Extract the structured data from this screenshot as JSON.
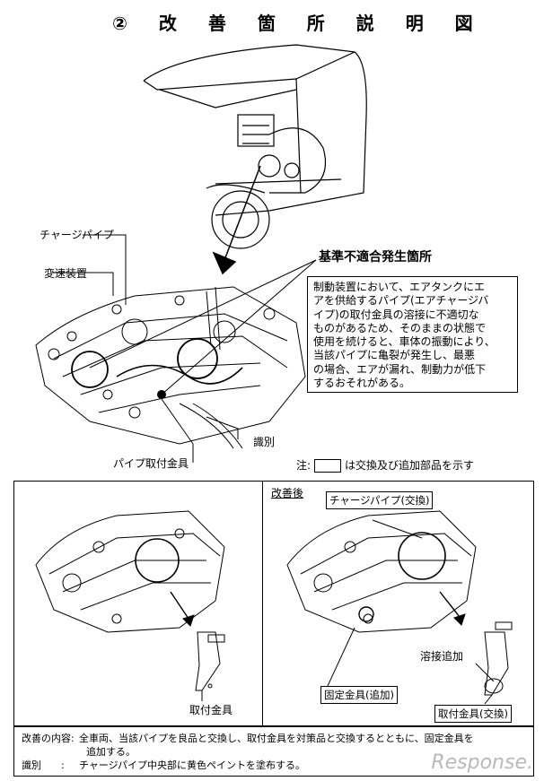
{
  "title": "② 改 善 箇 所 説 明 図",
  "labels": {
    "charge_pipe": "チャージパイプ",
    "transmission": "変速装置",
    "identification": "識別",
    "pipe_bracket": "パイプ取付金具"
  },
  "nonconformity_heading": "基準不適合発生箇所",
  "description_lines": [
    "制動装置において、エアタンクにエ",
    "アを供給するパイプ(エアチャージバ",
    "イプ)の取付金具の溶接に不適切な",
    "ものがあるため、そのままの状態で",
    "使用を続けると、車体の振動により、",
    "当該パイプに亀裂が発生し、最悪",
    "の場合、エアが漏れ、制動力が低下",
    "するおそれがある。"
  ],
  "note": {
    "prefix": "注:",
    "suffix": "は交換及び追加部品を示す"
  },
  "before": {
    "bracket_label": "取付金具"
  },
  "after": {
    "heading": "改善後",
    "charge_pipe_exchange": "チャージパイプ(交換)",
    "weld_added": "溶接追加",
    "fixing_bracket_added": "固定金具(追加)",
    "bracket_exchange": "取付金具(交換)"
  },
  "footer": {
    "content_key": "改善の内容:",
    "content_line1": "全車両、当該パイプを良品と交換し、取付金具を対策品と交換するとともに、固定金具を",
    "content_line2": "追加する。",
    "id_key": "識別　　:",
    "id_value": "チャージパイプ中央部に黄色ペイントを塗布する。"
  },
  "watermark": "Response."
}
